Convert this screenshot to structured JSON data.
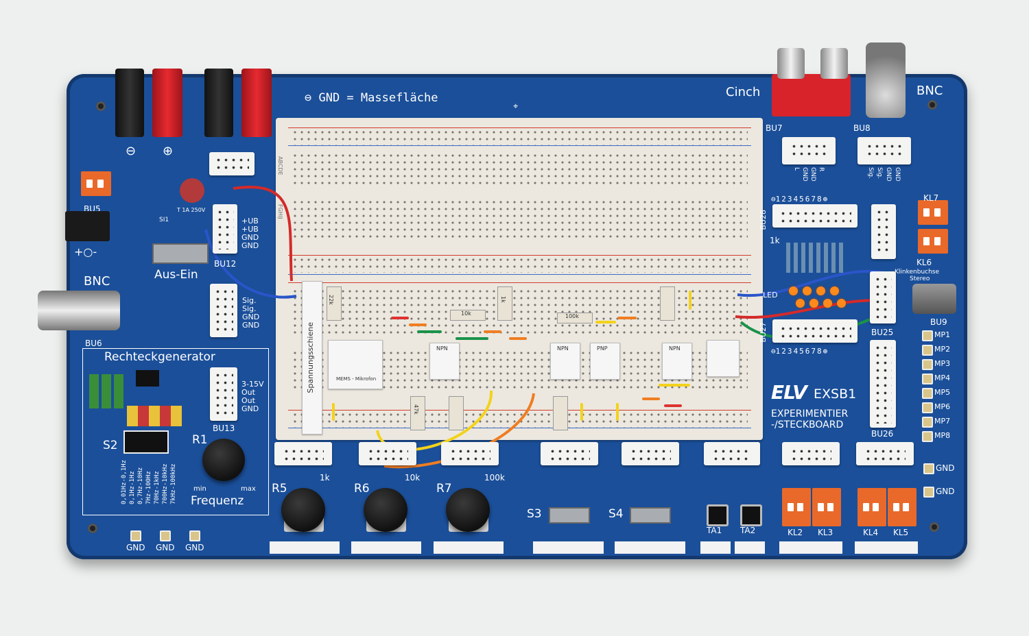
{
  "board": {
    "gnd_plane": "GND = Massefläche",
    "cinch": "Cinch",
    "bnc_top": "BNC",
    "bnc_left": "BNC",
    "power_labels": [
      "+UB",
      "+UB",
      "GND",
      "GND"
    ],
    "sig_labels": [
      "Sig.",
      "Sig.",
      "GND",
      "GND"
    ],
    "rg_labels": [
      "3-15V",
      "Out",
      "Out",
      "GND"
    ],
    "cinch_sock_labels": [
      "L",
      "GND",
      "GND",
      "R"
    ],
    "bnc_sock_labels": [
      "Sig.",
      "Sig.",
      "GND",
      "GND"
    ],
    "fuse": "T 1A 250V",
    "si1": "SI1",
    "switch": "Aus-Ein",
    "rechteck": "Rechteckgenerator",
    "r1": "R1",
    "s2": "S2",
    "frequenz": "Frequenz",
    "min": "min",
    "max": "max",
    "freq_ranges": [
      "0,01Hz-0,1Hz",
      "0,1Hz-1Hz",
      "0,7Hz-10Hz",
      "7Hz-100Hz",
      "70Hz-1kHz",
      "700Hz-10kHz",
      "7kHz-100kHz"
    ],
    "r5": "R5",
    "r6": "R6",
    "r7": "R7",
    "pot1": "1k",
    "pot2": "10k",
    "pot3": "100k",
    "s3": "S3",
    "s4": "S4",
    "ta1": "TA1",
    "ta2": "TA2",
    "kl2": "KL2",
    "kl3": "KL3",
    "kl4": "KL4",
    "kl5": "KL5",
    "kl6": "KL6",
    "kl7": "KL7",
    "bu5": "BU5",
    "bu6": "BU6",
    "bu7": "BU7",
    "bu8": "BU8",
    "bu9": "BU9",
    "bu12": "BU12",
    "bu13": "BU13",
    "bu25": "BU25",
    "bu26": "BU26",
    "bu27": "BU27",
    "bu28": "BU28",
    "gnd": "GND",
    "mp": [
      "MP1",
      "MP2",
      "MP3",
      "MP4",
      "MP5",
      "MP6",
      "MP7",
      "MP8"
    ],
    "numbers": "12345678",
    "led": "LED",
    "res_1k": "1k",
    "klinke": "Klinkenbuchse",
    "stereo": "Stereo",
    "brand": "ELV",
    "model": "EXSB1",
    "sub1": "EXPERIMENTIER",
    "sub2": "-/STECKBOARD",
    "rail": "Spannungsschiene",
    "row_letters_top": "ABCDE",
    "row_letters_bot": "FGHIJ",
    "mod_mic": "MEMS - Mikrofon",
    "mod_npn": "NPN",
    "mod_pnp": "PNP",
    "r_10k": "10k",
    "r_100k": "100k",
    "r_22k": "22k",
    "r_47k": "47k",
    "r_1k": "1k"
  },
  "colors": {
    "pcb": "#1b4f99",
    "breadboard": "#ece8df",
    "red_jack": "#d8232a",
    "orange_terminal": "#e9692a",
    "wire_red": "#d42a2a",
    "wire_blue": "#2a55c9",
    "wire_green": "#19924a",
    "wire_yellow": "#f3d21c",
    "wire_orange": "#ef7d22"
  }
}
